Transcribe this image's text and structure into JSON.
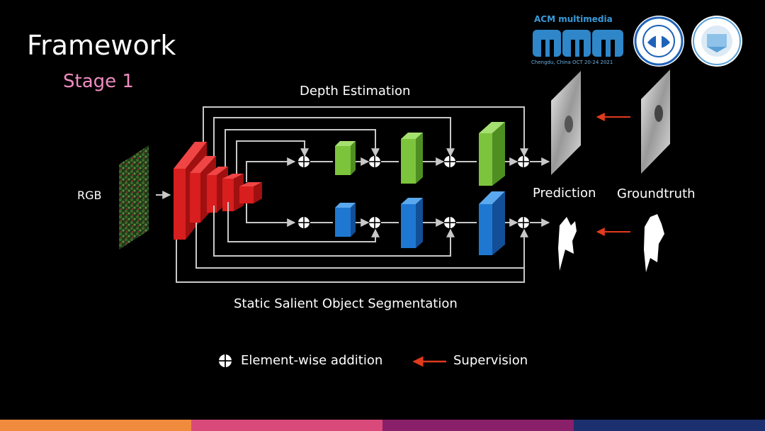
{
  "slide": {
    "title": "Framework",
    "subtitle": "Stage 1"
  },
  "labels": {
    "depth_estimation": "Depth Estimation",
    "segmentation": "Static Salient Object Segmentation",
    "rgb": "RGB",
    "prediction": "Prediction",
    "groundtruth": "Groundtruth"
  },
  "legend": {
    "addition": "Element-wise addition",
    "supervision": "Supervision"
  },
  "logos": {
    "acm_top": "ACM multimedia",
    "acm_bottom": "Chengdu, China  OCT 20-24  2021"
  },
  "colors": {
    "encoder": "#d81e1e",
    "depth_decoder": "#7cc43c",
    "seg_decoder": "#1e78d2",
    "supervision_arrow": "#e23a1e",
    "subtitle": "#f08cc0",
    "footer": [
      "#f08a3c",
      "#d94a7a",
      "#8a1f6a",
      "#1c2f6e"
    ]
  }
}
